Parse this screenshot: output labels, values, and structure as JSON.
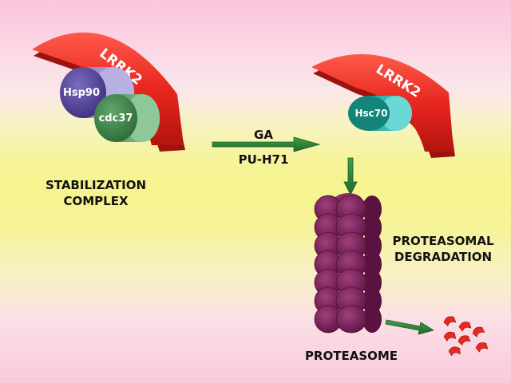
{
  "labels": {
    "lrrk2_left": "LRRK2",
    "lrrk2_right": "LRRK2",
    "hsp90": "Hsp90",
    "cdc37": "cdc37",
    "hsc70": "Hsc70",
    "stabilization": "STABILIZATION COMPLEX",
    "drug1": "GA",
    "drug2": "PU-H71",
    "proteasomal_degradation": "PROTEASOMAL DEGRADATION",
    "proteasome": "PROTEASOME"
  },
  "colors": {
    "lrrk2": "#e8261f",
    "hsp90": "#5a4a9c",
    "cdc37": "#3f8a4d",
    "hsc70": "#138477",
    "proteasome": "#7b2058",
    "arrow": "#2f8a3a"
  }
}
